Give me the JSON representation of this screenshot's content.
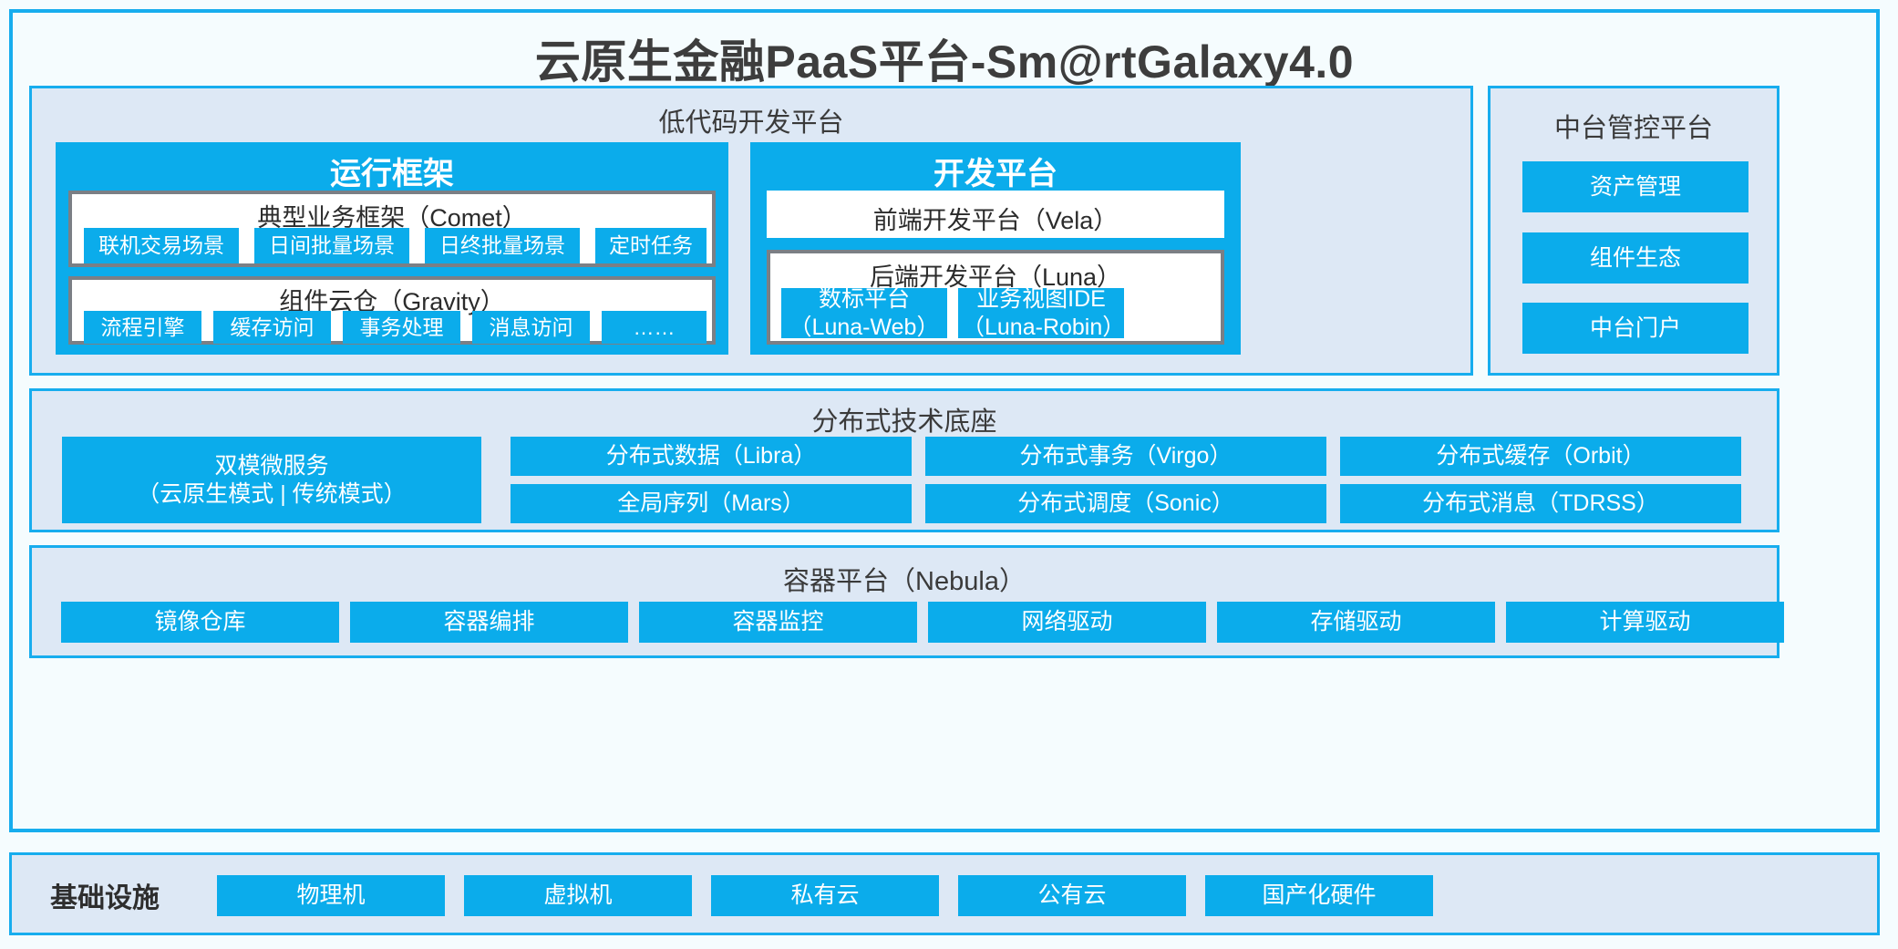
{
  "title": "云原生金融PaaS平台-Sm@rtGalaxy4.0",
  "colors": {
    "accent": "#17ADEE",
    "chip": "#0BACEB",
    "panel_bg": "#dde8f5",
    "page_bg": "#f5fcfe",
    "box_border": "#7b7f85"
  },
  "lowcode": {
    "title": "低代码开发平台",
    "runtime": {
      "title": "运行框架",
      "comet": {
        "title": "典型业务框架（Comet）",
        "items": [
          "联机交易场景",
          "日间批量场景",
          "日终批量场景",
          "定时任务"
        ]
      },
      "gravity": {
        "title": "组件云仓（Gravity）",
        "items": [
          "流程引擎",
          "缓存访问",
          "事务处理",
          "消息访问",
          "……"
        ]
      }
    },
    "devplatform": {
      "title": "开发平台",
      "frontend": "前端开发平台（Vela）",
      "backend": {
        "title": "后端开发平台（Luna）",
        "items": [
          "数标平台\n（Luna-Web）",
          "业务视图IDE\n（Luna-Robin）"
        ]
      }
    }
  },
  "console": {
    "title": "中台管控平台",
    "items": [
      "资产管理",
      "组件生态",
      "中台门户"
    ]
  },
  "tech_base": {
    "title": "分布式技术底座",
    "dual_mode": "双模微服务\n（云原生模式 | 传统模式）",
    "grid": [
      [
        "分布式数据（Libra）",
        "分布式事务（Virgo）",
        "分布式缓存（Orbit）"
      ],
      [
        "全局序列（Mars）",
        "分布式调度（Sonic）",
        "分布式消息（TDRSS）"
      ]
    ]
  },
  "container": {
    "title": "容器平台（Nebula）",
    "items": [
      "镜像仓库",
      "容器编排",
      "容器监控",
      "网络驱动",
      "存储驱动",
      "计算驱动"
    ]
  },
  "infrastructure": {
    "label": "基础设施",
    "items": [
      "物理机",
      "虚拟机",
      "私有云",
      "公有云",
      "国产化硬件"
    ]
  }
}
